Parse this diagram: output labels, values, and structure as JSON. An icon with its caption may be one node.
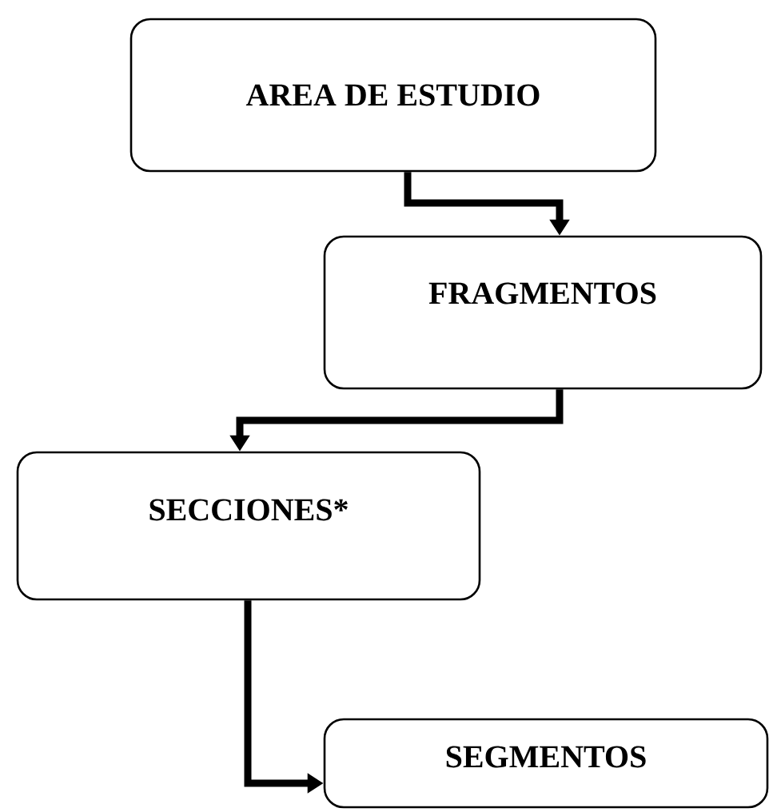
{
  "diagram": {
    "nodes": [
      {
        "text": [
          "AREA DE ESTUDIO"
        ]
      },
      {
        "text": [
          "FRAGMENTOS"
        ]
      },
      {
        "text": [
          "SECCIONES*"
        ]
      },
      {
        "text": [
          "SEGMENTOS"
        ]
      }
    ],
    "edges": [
      {
        "from": 0,
        "to": 1,
        "arrow": "to"
      },
      {
        "from": 1,
        "to": 2,
        "arrow": "to"
      },
      {
        "from": 2,
        "to": 3,
        "arrow": "to"
      }
    ]
  }
}
